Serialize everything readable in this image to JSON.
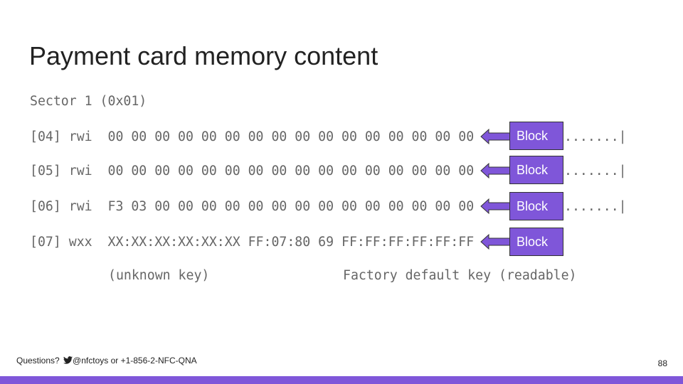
{
  "title": "Payment card memory content",
  "sector": "Sector 1 (0x01)",
  "rows": [
    {
      "line": "[04] rwi  00 00 00 00 00 00 00 00 00 00 00 00 00 00 00 00",
      "tail": ".......|",
      "block": "Block"
    },
    {
      "line": "[05] rwi  00 00 00 00 00 00 00 00 00 00 00 00 00 00 00 00",
      "tail": ".......|",
      "block": "Block"
    },
    {
      "line": "[06] rwi  F3 03 00 00 00 00 00 00 00 00 00 00 00 00 00 00",
      "tail": ".......|",
      "block": "Block"
    },
    {
      "line": "[07] wxx  XX:XX:XX:XX:XX:XX FF:07:80 69 FF:FF:FF:FF:FF:FF",
      "tail": "",
      "block": "Block"
    }
  ],
  "labels": {
    "unknown_key": "(unknown key)",
    "default_key": "Factory default key (readable)"
  },
  "footer": {
    "questions": "Questions?",
    "icon": "twitter-bird-icon",
    "contact": "@nfctoys or +1-856-2-NFC-QNA",
    "page": "88"
  },
  "colors": {
    "accent": "#7f56d9",
    "text": "#666666"
  }
}
